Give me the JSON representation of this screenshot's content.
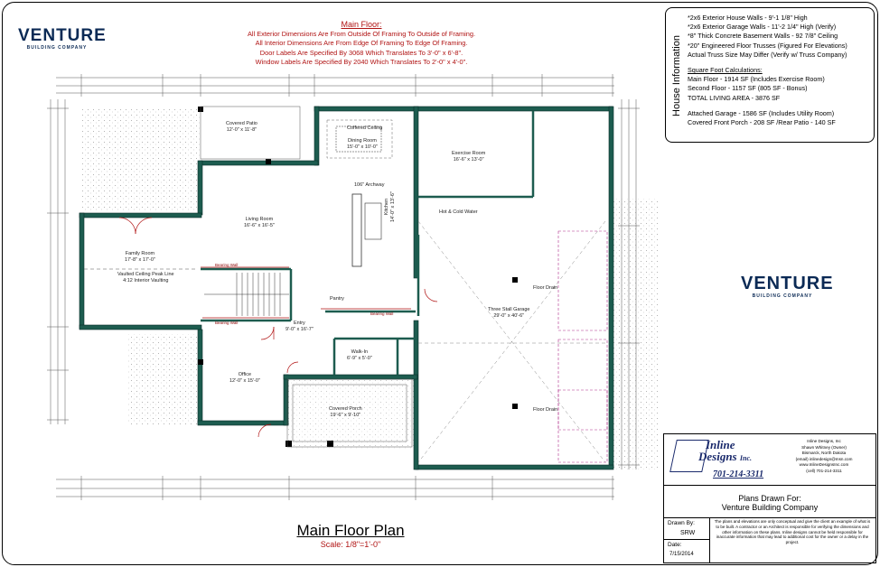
{
  "logo": {
    "main": "VENTURE",
    "sub": "BUILDING COMPANY"
  },
  "notes": {
    "title": "Main Floor:",
    "lines": [
      "All Exterior Dimensions Are From Outside Of Framing To Outside of Framing.",
      "All Interior Dimensions Are From Edge Of Framing To Edge Of Framing.",
      "Door Labels Are Specified By 3068 Which Translates To 3'-0\" x 6'-8\".",
      "Window Labels Are Specified By 2040 Which Translates To 2'-0\" x 4'-0\"."
    ]
  },
  "house_info": {
    "heading": "House Information",
    "specs": [
      "*2x6 Exterior House Walls - 9'-1 1/8\" High",
      "*2x6 Exterior Garage Walls - 11'-2 1/4\" High (Verify)",
      "*8\" Thick Concrete Basement Walls - 92 7/8\" Ceiling",
      "*20\" Engineered Floor Trusses (Figured For Elevations)",
      "Actual Truss Size May Differ (Verify w/ Truss Company)"
    ],
    "sqft_heading": "Square Foot Calculations:",
    "sqft": [
      "Main Floor - 1914 SF (Includes Exercise Room)",
      "Second Floor - 1157 SF (805 SF - Bonus)",
      "TOTAL LIVING AREA - 3876 SF"
    ],
    "garage": [
      "Attached Garage - 1586 SF (Includes Utility Room)",
      "Covered Front Porch - 208 SF /Rear Patio - 140 SF"
    ]
  },
  "rooms": {
    "covered_patio": {
      "name": "Covered Patio",
      "dim": "12'-0\" x 11'-8\""
    },
    "dining": {
      "name": "Dining Room",
      "dim": "15'-0\" x 10'-0\""
    },
    "coffered": "Coffered Ceiling",
    "exercise": {
      "name": "Exercise Room",
      "dim": "16'-6\" x 13'-0\""
    },
    "living": {
      "name": "Living Room",
      "dim": "16'-6\" x 16'-5\""
    },
    "kitchen": {
      "name": "Kitchen",
      "dim": "14'-0\" x 13'-6\""
    },
    "family": {
      "name": "Family Room",
      "dim": "17'-8\" x 17'-0\""
    },
    "family_note": "Vaulted Ceiling Peak Line",
    "family_note2": "4:12 Interior Vaulting",
    "garage": {
      "name": "Three Stall Garage",
      "dim": "29'-0\" x 40'-6\""
    },
    "entry": {
      "name": "Entry",
      "dim": "9'-0\" x 16'-7\""
    },
    "walkin": {
      "name": "Walk-In",
      "dim": "6'-9\" x 5'-0\""
    },
    "office": {
      "name": "Office",
      "dim": "12'-0\" x 15'-0\""
    },
    "porch": {
      "name": "Covered Porch",
      "dim": "19'-6\" x 9'-10\""
    },
    "pantry": "Pantry",
    "floor_drain": "Floor Drain",
    "hot_cold": "Hot & Cold Water",
    "bearing_wall": "Bearing Wall",
    "archway": "106\" Archway"
  },
  "plan_title": "Main Floor Plan",
  "scale": "Scale: 1/8\"=1'-0\"",
  "title_block": {
    "company_line1": "Inline",
    "company_line2": "Designs",
    "company_suffix": "Inc.",
    "phone": "701-214-3311",
    "contact": [
      "Inline Designs, Inc",
      "Shawn Whitney (Owner)",
      "Bismarck, North Dakota",
      "(email) inlinedesign@msn.com",
      "www.InlineDesignsInc.com",
      "(cell) 701-214-3311"
    ],
    "drawn_for_label": "Plans Drawn For:",
    "drawn_for": "Venture Building Company",
    "drawn_by_label": "Drawn By:",
    "drawn_by": "SRW",
    "date_label": "Date:",
    "date": "7/15/2014",
    "disclaimer": "The plans and elevations are only conceptual and give the client an example of what is to be built. A contractor or an Architect is responsible for verifying the dimensions and other information on these plans. Inline designs cannot be held responsible for inaccurate information that may lead to additional cost for the owner or a delay in the project."
  },
  "colors": {
    "logo": "#0b2a55",
    "notes": "#b01212",
    "wall": "#1d5c4f",
    "wall_outline": "#0b2f2a",
    "door": "#b01212",
    "garage_dash": "#b0308a"
  }
}
